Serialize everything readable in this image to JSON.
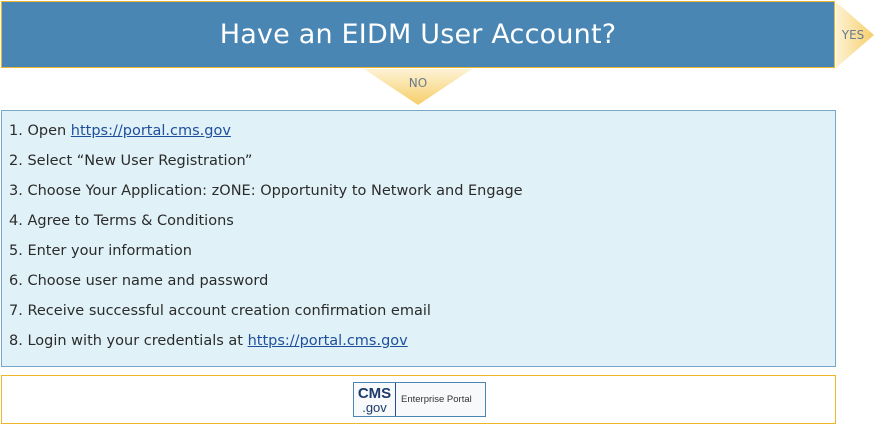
{
  "header": {
    "title": "Have an EIDM User Account?"
  },
  "branches": {
    "yes_label": "YES",
    "no_label": "NO"
  },
  "steps": [
    {
      "number": "1.",
      "text": "Open ",
      "link": "https://portal.cms.gov"
    },
    {
      "number": "2.",
      "text": "Select “New User Registration”"
    },
    {
      "number": "3.",
      "text": "Choose Your Application: zONE: Opportunity to Network and Engage"
    },
    {
      "number": "4.",
      "text": "Agree to Terms & Conditions"
    },
    {
      "number": "5.",
      "text": "Enter your information"
    },
    {
      "number": "6.",
      "text": "Choose user name and password"
    },
    {
      "number": "7.",
      "text": "Receive successful account creation confirmation email"
    },
    {
      "number": "8.",
      "text": "Login with your credentials at ",
      "link": "https://portal.cms.gov"
    }
  ],
  "footer": {
    "logo": {
      "mark_top": "CMS",
      "mark_bottom": ".gov",
      "text": "Enterprise Portal"
    }
  },
  "colors": {
    "header_bg": "#4a86b4",
    "accent_gold": "#f0b62a",
    "steps_bg": "#e0f2f8",
    "link": "#1f4e9c"
  }
}
